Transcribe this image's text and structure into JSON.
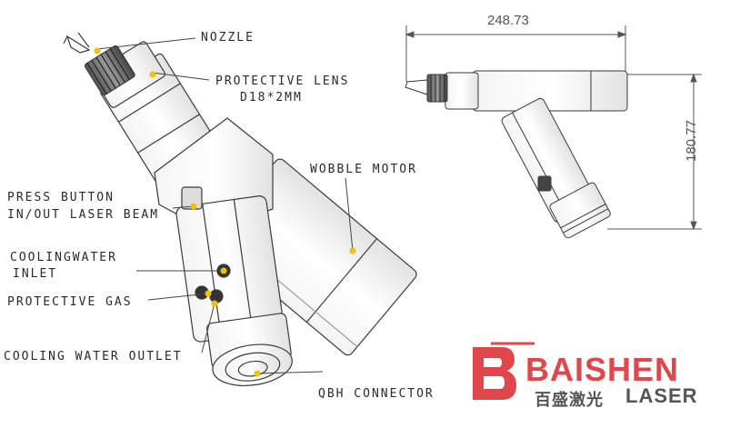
{
  "labels": {
    "nozzle": "NOZZLE",
    "protective_lens": "PROTECTIVE LENS",
    "lens_size": "D18*2MM",
    "wobble_motor": "WOBBLE MOTOR",
    "press_button_line1": "PRESS BUTTON",
    "press_button_line2": "IN/OUT LASER BEAM",
    "cooling_inlet_line1": "COOLINGWATER",
    "cooling_inlet_line2": "INLET",
    "protective_gas": "PROTECTIVE GAS",
    "cooling_outlet": "COOLING WATER OUTLET",
    "qbh_connector": "QBH CONNECTOR"
  },
  "dimensions": {
    "width": "248.73",
    "height": "180.77"
  },
  "logo": {
    "main": "BAISHEN",
    "chinese": "百盛激光",
    "english": "LASER"
  },
  "colors": {
    "marker": "#f2c200",
    "logo_red": "#e0474a",
    "logo_gray": "#555555"
  }
}
